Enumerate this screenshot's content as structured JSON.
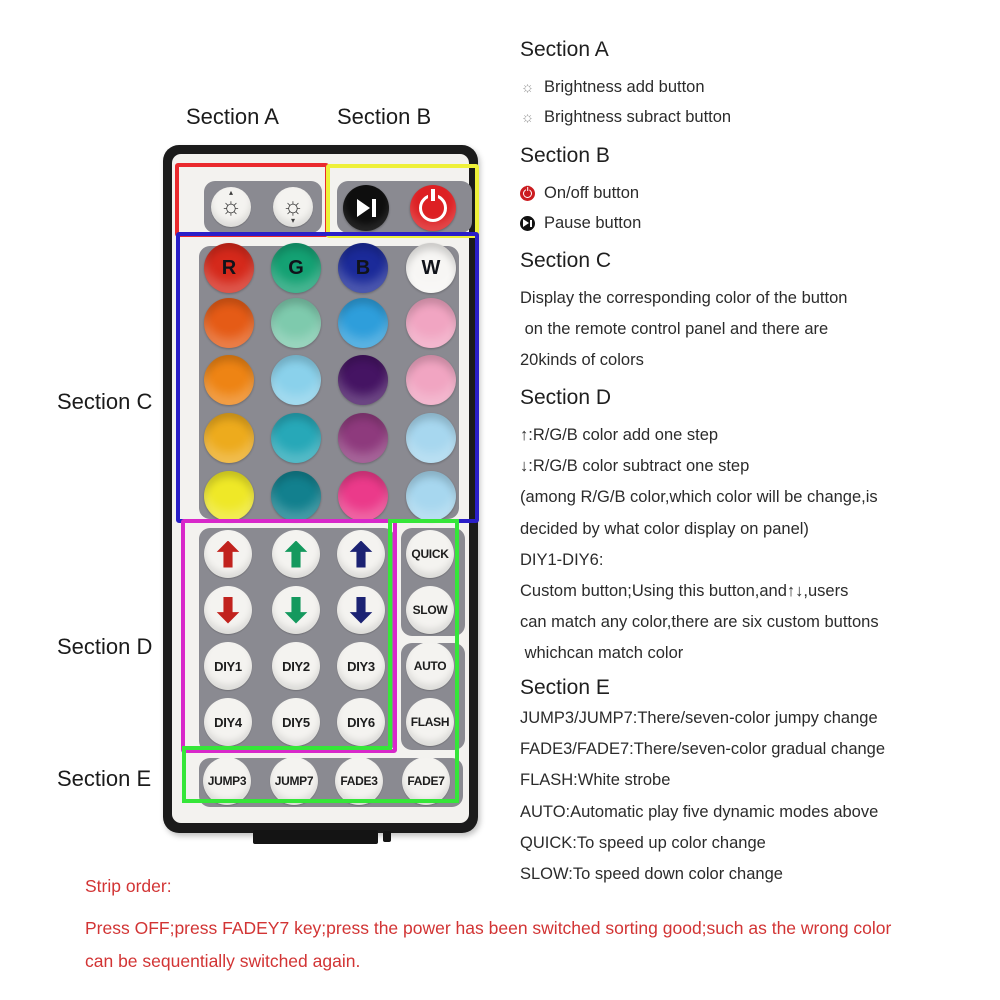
{
  "labels": {
    "top_a": "Section A",
    "top_b": "Section B",
    "left_c": "Section C",
    "left_d": "Section D",
    "left_e": "Section E"
  },
  "icons": {
    "sun": "☼",
    "sun_add_mark": "▴",
    "sun_sub_mark": "▾"
  },
  "remote": {
    "color_letters": [
      "R",
      "G",
      "B",
      "W"
    ],
    "color_grid": [
      [
        "#d5291b",
        "#14a173",
        "#1b2a99",
        "#f7f6f4"
      ],
      [
        "#e55b16",
        "#7ecaad",
        "#2e9edb",
        "#f1a5c2"
      ],
      [
        "#ee8414",
        "#8ad1eb",
        "#451463",
        "#f1a5c2"
      ],
      [
        "#edab1d",
        "#27a8b8",
        "#8e3a7d",
        "#a7d7ef"
      ],
      [
        "#efe827",
        "#12808e",
        "#eb3a8a",
        "#a7d7ef"
      ]
    ],
    "arrow_colors": [
      "#c1221d",
      "#14995e",
      "#1b2273"
    ],
    "diy_labels": [
      "DIY1",
      "DIY2",
      "DIY3",
      "DIY4",
      "DIY5",
      "DIY6"
    ],
    "mode_labels": [
      "QUICK",
      "SLOW",
      "AUTO",
      "FLASH"
    ],
    "bottom_labels": [
      "JUMP3",
      "JUMP7",
      "FADE3",
      "FADE7"
    ]
  },
  "outline_colors": {
    "a": "#ea2a2e",
    "b": "#eef039",
    "c": "#2a1fc8",
    "d": "#d828ca",
    "e": "#35e639"
  },
  "sections": {
    "a": {
      "heading": "Section A",
      "items": [
        "Brightness add button",
        "Brightness subract button"
      ]
    },
    "b": {
      "heading": "Section B",
      "items": [
        "On/off button",
        "Pause button"
      ]
    },
    "c": {
      "heading": "Section C",
      "lines": [
        "Display the corresponding color of the button",
        " on the remote control panel and there are",
        "20kinds of colors"
      ]
    },
    "d": {
      "heading": "Section D",
      "lines": [
        "↑:R/G/B color add one step",
        "↓:R/G/B color subtract one step",
        "(among R/G/B color,which color will be change,is",
        "decided by what color display on panel)",
        "DIY1-DIY6:",
        "Custom button;Using this button,and↑↓,users",
        "can match any color,there are six custom buttons",
        " whichcan match color"
      ]
    },
    "e": {
      "heading": "Section E",
      "lines": [
        "JUMP3/JUMP7:There/seven-color jumpy change",
        "FADE3/FADE7:There/seven-color gradual change",
        "FLASH:White strobe",
        "AUTO:Automatic play five dynamic modes above",
        "QUICK:To speed up color change",
        "SLOW:To speed down color change"
      ]
    }
  },
  "strip_order": {
    "title": "Strip order:",
    "lines": [
      "Press OFF;press FADEY7 key;press the power has been switched sorting good;such as the wrong color",
      "can be sequentially switched again."
    ],
    "color": "#d23434"
  }
}
